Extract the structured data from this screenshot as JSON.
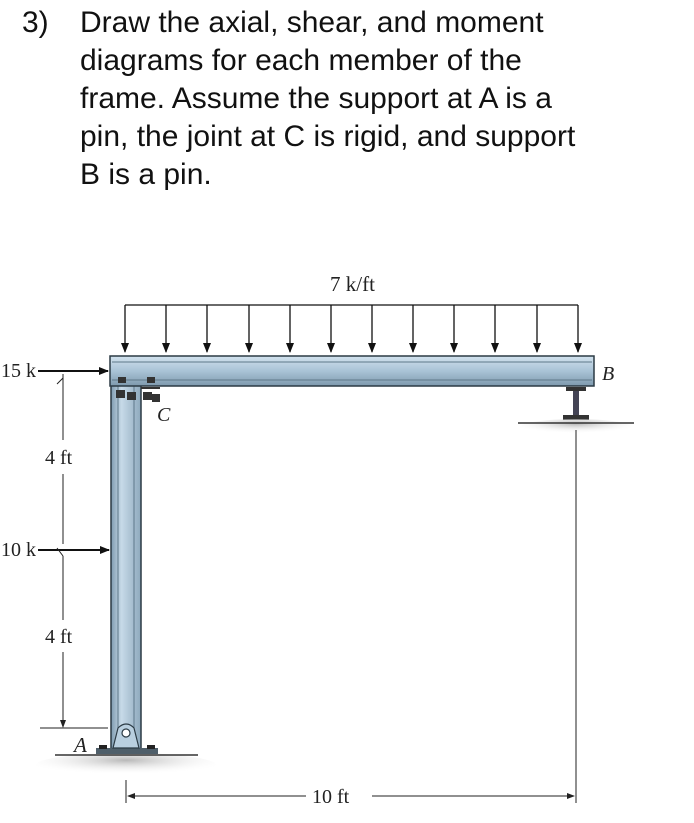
{
  "problem": {
    "number": "3)",
    "lines": [
      "Draw the axial, shear, and moment",
      "diagrams for each member of the",
      "frame.  Assume the support at A is a",
      "pin, the joint at C is rigid, and support",
      "B is a pin."
    ]
  },
  "figure": {
    "distributed_load": "7 k/ft",
    "force_top": "15 k",
    "force_mid": "10 k",
    "dim_upper": "4 ft",
    "dim_lower": "4 ft",
    "dim_span": "10 ft",
    "label_A": "A",
    "label_B": "B",
    "label_C": "C"
  },
  "colors": {
    "member_fill": "#a9c3d6",
    "member_stroke": "#2b3a44",
    "ground": "#bfbfbf"
  }
}
